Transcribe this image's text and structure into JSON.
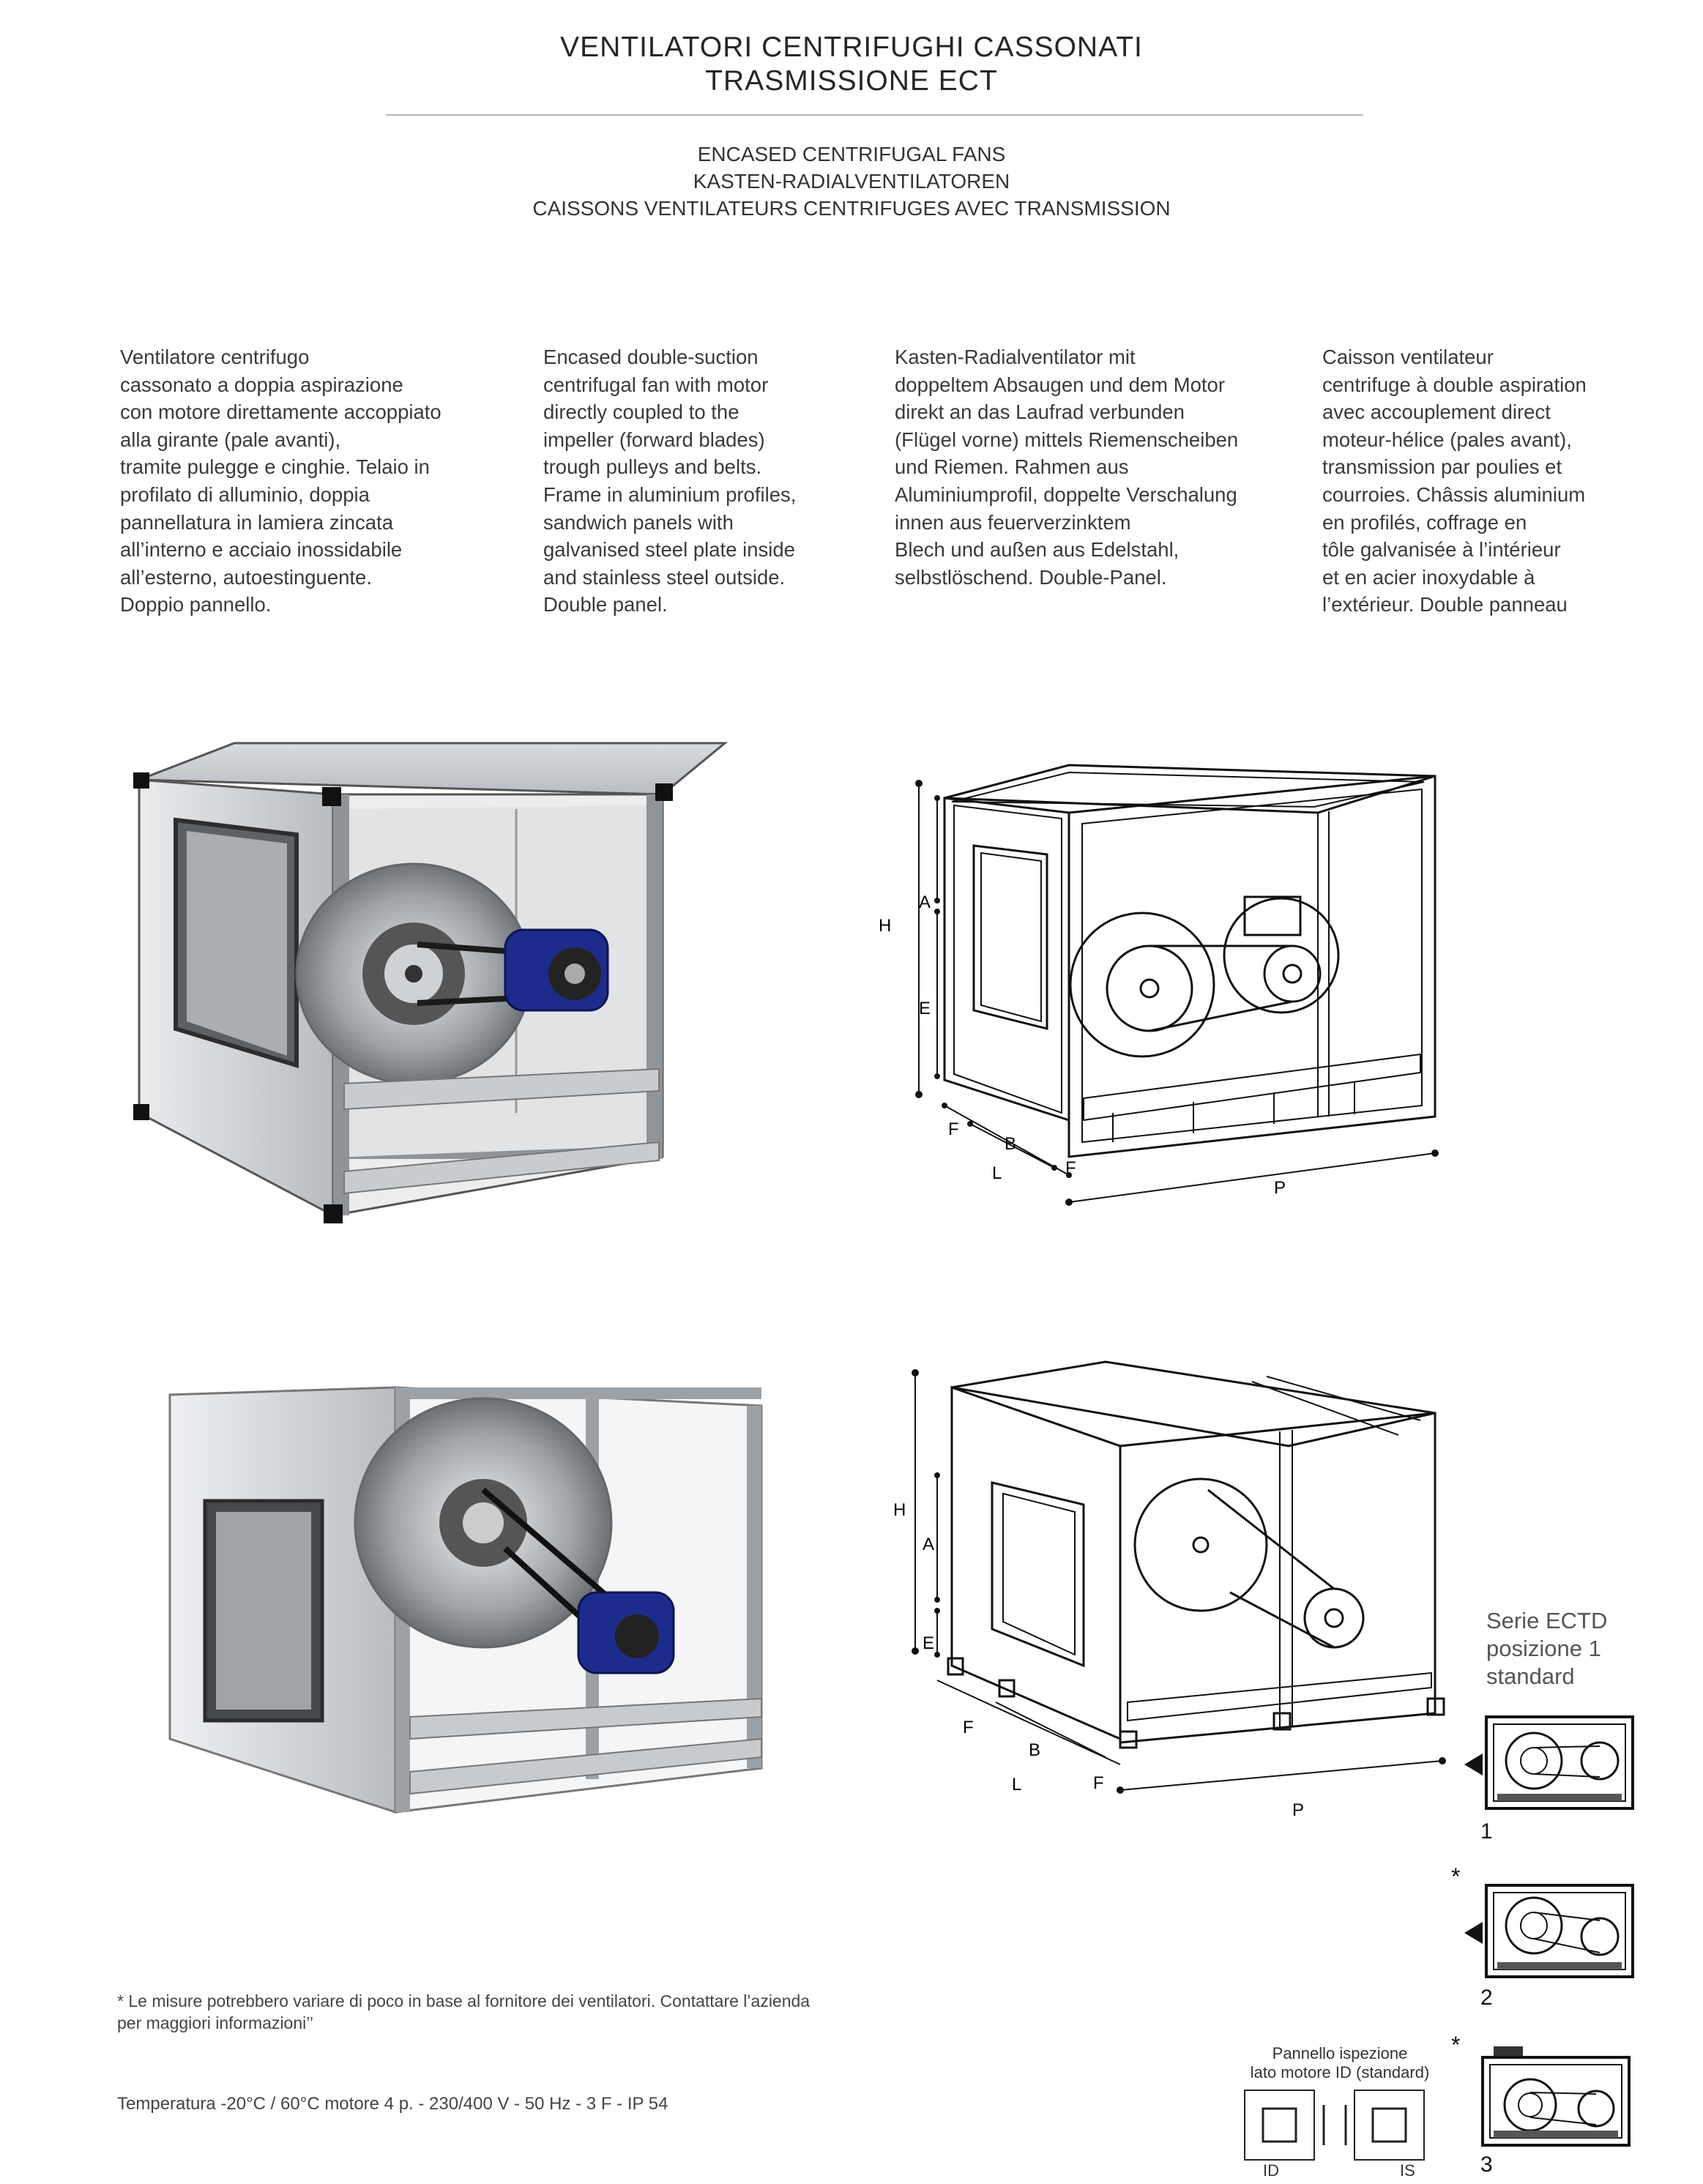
{
  "header": {
    "title_line1": "VENTILATORI CENTRIFUGHI CASSONATI",
    "title_line2": "TRASMISSIONE ECT",
    "subtitle_en": "ENCASED CENTRIFUGAL FANS",
    "subtitle_de": "KASTEN-RADIALVENTILATOREN",
    "subtitle_fr": "CAISSONS VENTILATEURS CENTRIFUGES AVEC TRANSMISSION"
  },
  "descriptions": {
    "it": [
      "Ventilatore centrifugo",
      "cassonato a doppia aspirazione",
      "con motore direttamente accoppiato",
      "alla girante (pale avanti),",
      "tramite pulegge e cinghie. Telaio in",
      "profilato di alluminio, doppia",
      "pannellatura in lamiera zincata",
      "all’interno e acciaio inossidabile",
      "all’esterno, autoestinguente.",
      "Doppio pannello."
    ],
    "en": [
      "Encased double-suction",
      "centrifugal fan with motor",
      "directly coupled to the",
      "impeller (forward blades)",
      "trough pulleys and belts.",
      "Frame in aluminium profiles,",
      "sandwich panels with",
      "galvanised steel plate inside",
      "and stainless steel outside.",
      "Double panel."
    ],
    "de": [
      "Kasten-Radialventilator mit",
      "doppeltem Absaugen und dem Motor",
      "direkt an das Laufrad verbunden",
      "(Flügel vorne) mittels Riemenscheiben",
      "und Riemen. Rahmen aus",
      "Aluminiumprofil, doppelte Verschalung",
      "innen aus feuerverzinktem",
      "Blech und außen aus Edelstahl,",
      "selbstlöschend. Double-Panel."
    ],
    "fr": [
      "Caisson ventilateur",
      "centrifuge à double aspiration",
      "avec accouplement direct",
      "moteur-hélice (pales avant),",
      "transmission par poulies et",
      "courroies. Châssis aluminium",
      "en profilés, coffrage en",
      "tôle galvanisée à l’intérieur",
      "et en acier inoxydable à",
      "l’extérieur. Double panneau"
    ]
  },
  "drawing1": {
    "H": "H",
    "A": "A",
    "E": "E",
    "F1": "F",
    "B": "B",
    "L": "L",
    "F2": "F",
    "P": "P"
  },
  "drawing2": {
    "H": "H",
    "A": "A",
    "E": "E",
    "F1": "F",
    "B": "B",
    "L": "L",
    "F2": "F",
    "P": "P"
  },
  "serie": {
    "line1": "Serie ECTD",
    "line2": "posizione 1",
    "line3": "standard"
  },
  "positions": [
    {
      "number": "1",
      "star": ""
    },
    {
      "number": "2",
      "star": "*"
    },
    {
      "number": "3",
      "star": "*"
    }
  ],
  "footnote": {
    "line1": "* Le misure potrebbero variare di poco in base al fornitore dei ventilatori. Contattare l’azienda",
    "line2": "per maggiori informazioni’’"
  },
  "temperature": "Temperatura -20°C / 60°C motore 4 p. - 230/400 V - 50 Hz - 3 F - IP 54",
  "panel": {
    "title_line1": "Pannello ispezione",
    "title_line2": "lato motore ID (standard)",
    "label_id": "ID",
    "label_is": "IS"
  }
}
